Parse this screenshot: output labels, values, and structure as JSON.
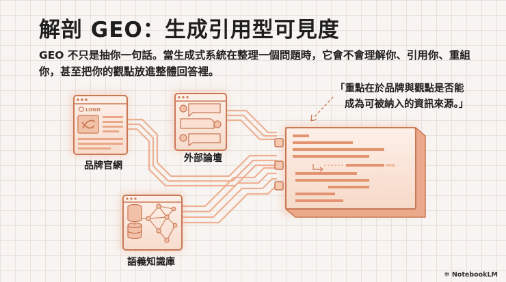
{
  "title": "解剖 GEO：生成引用型可見度",
  "subtitle": "GEO 不只是抽你一句話。當生成式系統在整理一個問題時，它會不會理解你、引用你、重組你，甚至把你的觀點放進整體回答裡。",
  "quote": {
    "line1": "「重點在於品牌與觀點是否能",
    "line2": "成為可被納入的資訊來源。」"
  },
  "sources": [
    {
      "label": "品牌官網",
      "icon": "website-icon"
    },
    {
      "label": "外部論壇",
      "icon": "chat-icon"
    },
    {
      "label": "語義知識庫",
      "icon": "database-network-icon"
    }
  ],
  "website_logo_text": "LOGO",
  "watermark": "NotebookLM",
  "colors": {
    "accent": "#e8a383",
    "accent_dark": "#c97856",
    "panel_fill": "#fbe9df",
    "wire": "#f0b393"
  }
}
